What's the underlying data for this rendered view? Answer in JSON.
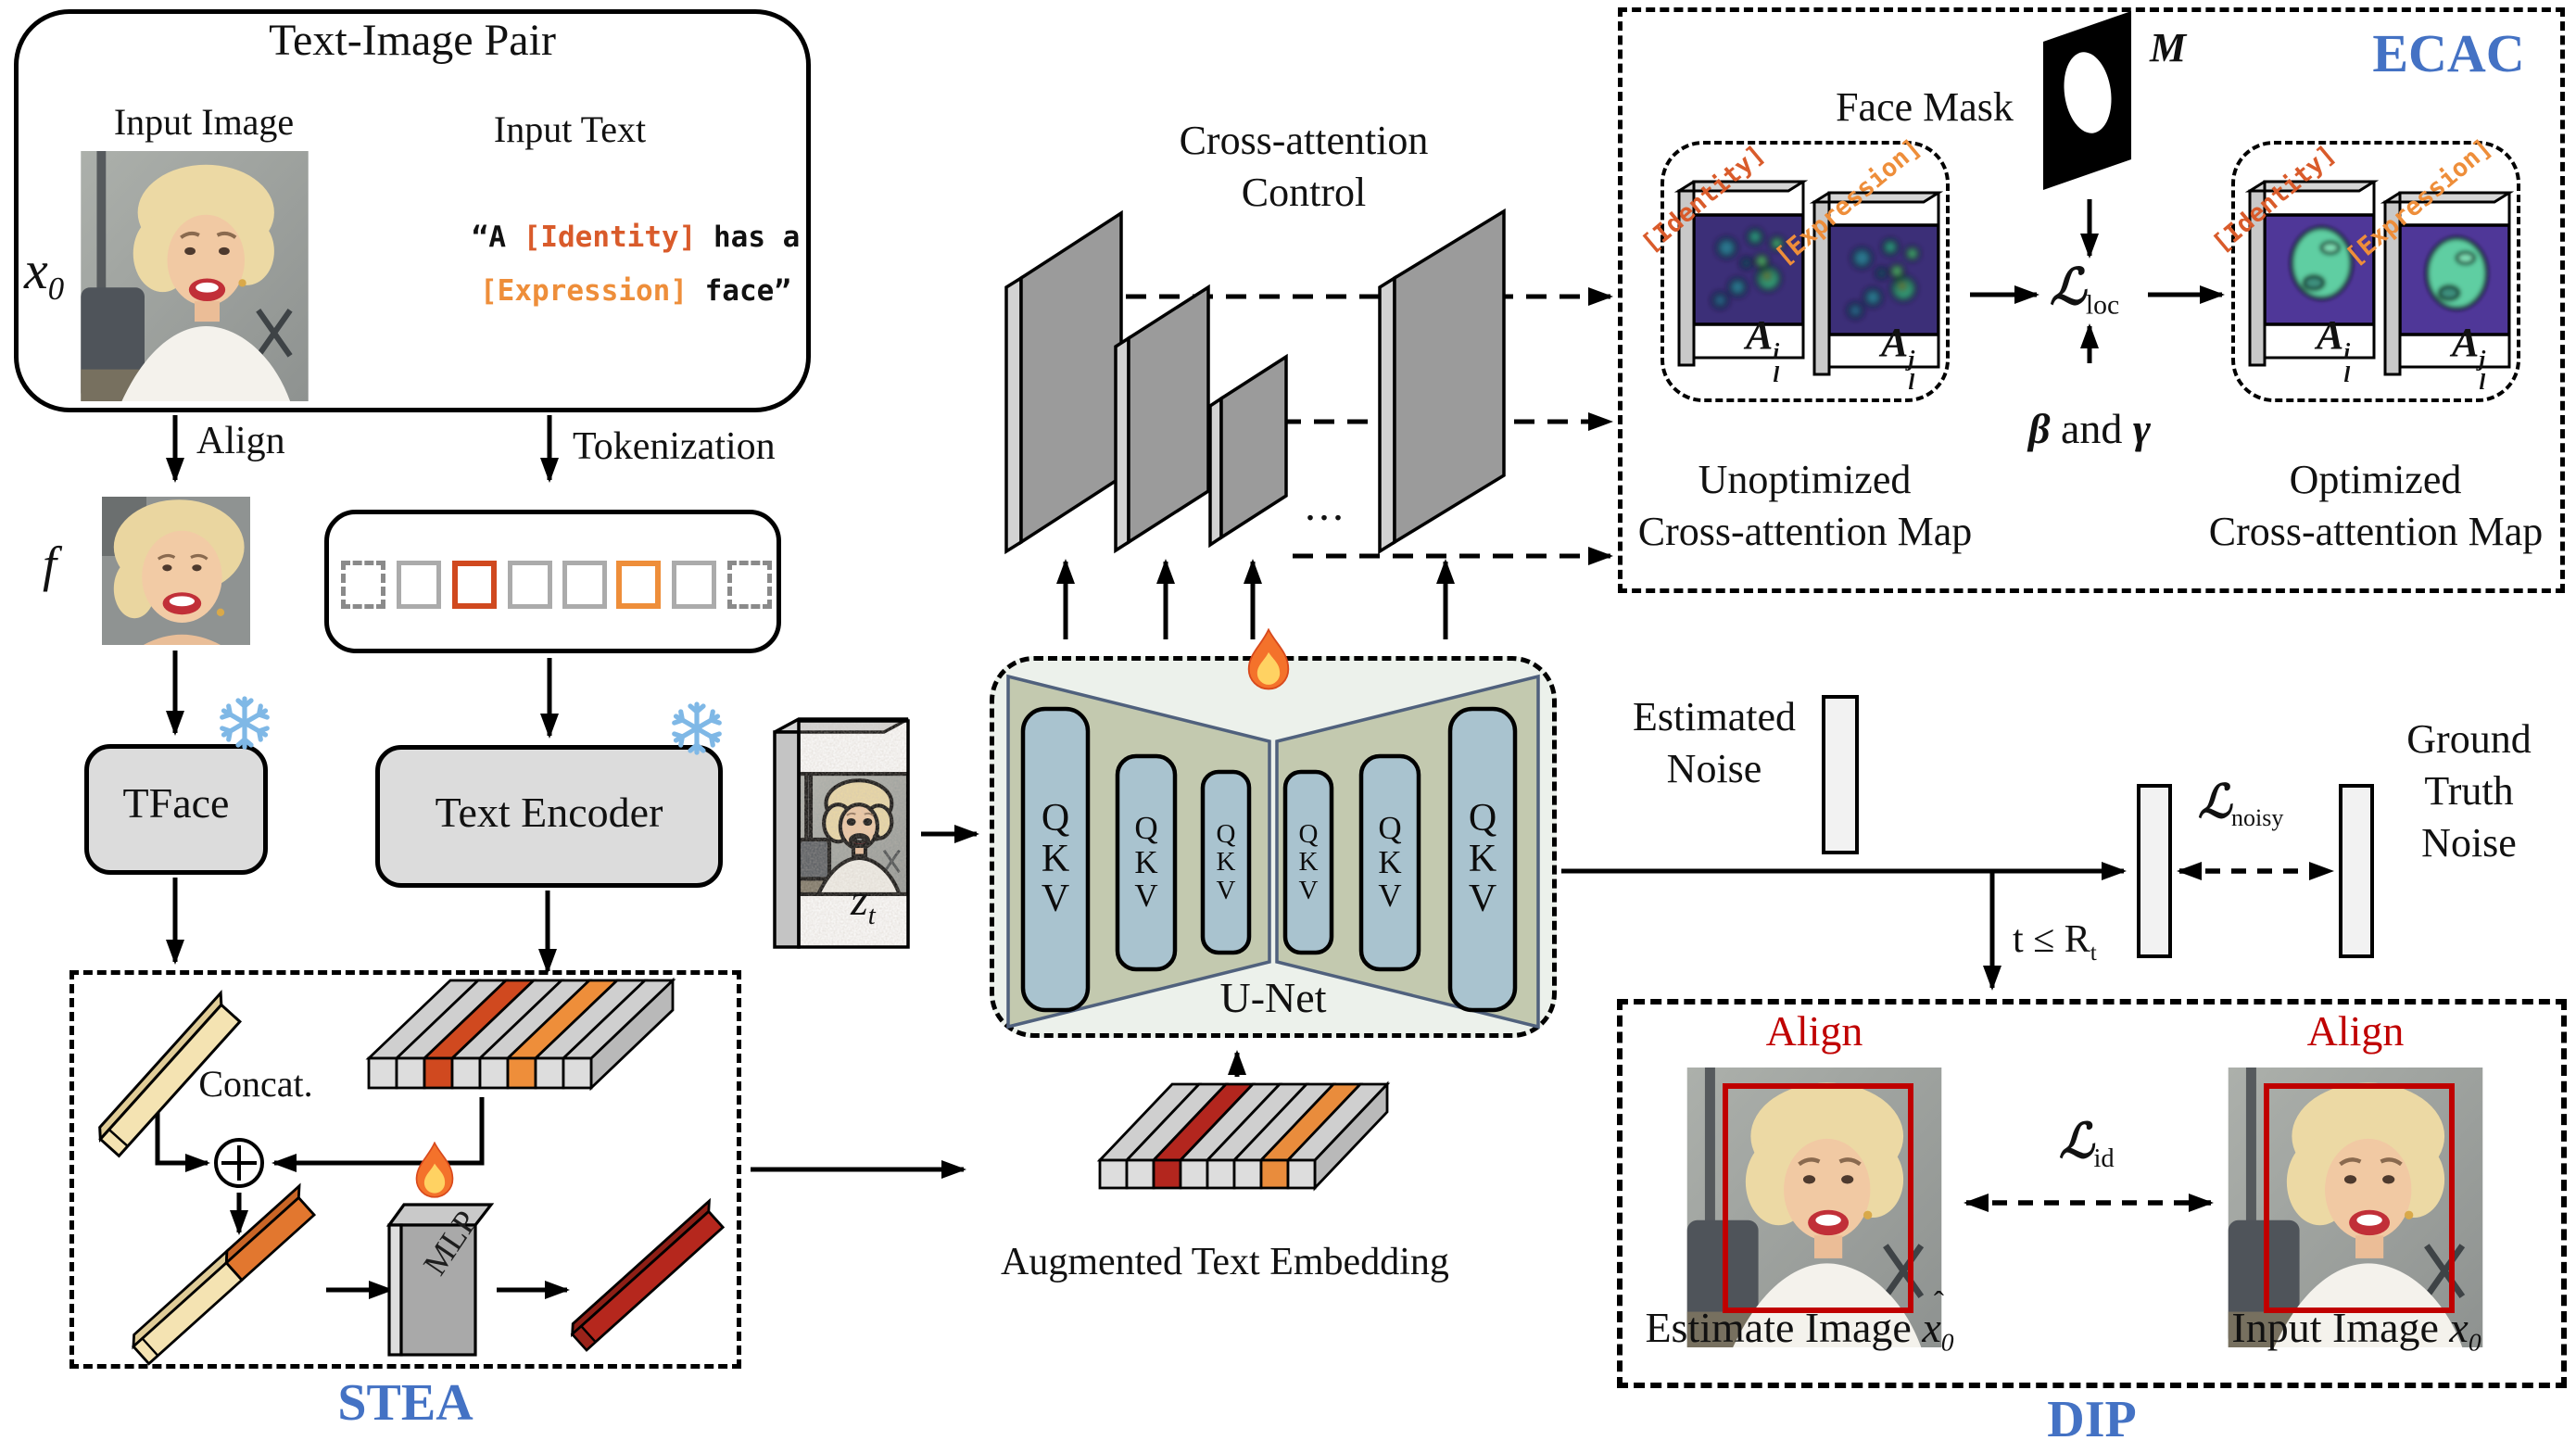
{
  "colors": {
    "identity_orange": "#D95B2B",
    "expression_orange": "#EE8E3A",
    "token_red": "#B3261E",
    "bar_red": "#B5271D",
    "accent_blue": "#4472C4",
    "align_red": "#C00000",
    "unet_fill": "#ECF1EB",
    "trapezoid_fill": "#C3C9AF",
    "qkv_fill": "#A9C3CF",
    "heatmap_purple": "#3C2F78"
  },
  "pair_box": {
    "title": "Text-Image Pair",
    "input_image": "Input Image",
    "input_text": "Input Text",
    "x_label": "x",
    "x_sub": "0",
    "quote_open": "“A ",
    "identity_token": "[Identity]",
    "quote_mid": " has a",
    "expression_token": "[Expression]",
    "quote_end": " face”"
  },
  "left_flow": {
    "align": "Align",
    "tokenization": "Tokenization",
    "f_label": "f",
    "tface": "TFace",
    "text_encoder": "Text Encoder"
  },
  "stea": {
    "concat": "Concat.",
    "mlp": "MLP",
    "title": "STEA"
  },
  "latent": {
    "z": "z",
    "t": "t"
  },
  "embedding": {
    "label": "Augmented Text Embedding"
  },
  "cross_attention": {
    "line1": "Cross-attention",
    "line2": "Control",
    "dots": "..."
  },
  "unet": {
    "title": "U-Net",
    "q": "Q",
    "k": "K",
    "v": "V"
  },
  "ecac": {
    "title": "ECAC",
    "face_mask": "Face Mask",
    "mask_var": "M",
    "loss": "ℒ",
    "loss_sub": "loc",
    "beta": "β",
    "and": " and ",
    "gamma": "γ",
    "identity_tag": "[Identity]",
    "expression_tag": "[Expression]",
    "map_a": "A",
    "map_sub": "l",
    "map_sup_i": "i",
    "map_sup_j": "j",
    "unoptimized_line1": "Unoptimized",
    "unoptimized_line2": "Cross-attention Map",
    "optimized_line1": "Optimized",
    "optimized_line2": "Cross-attention Map"
  },
  "noise": {
    "estimated_line1": "Estimated",
    "estimated_line2": "Noise",
    "loss": "ℒ",
    "loss_sub": "noisy",
    "ground_line1": "Ground",
    "ground_line2": "Truth",
    "ground_line3": "Noise",
    "condition_t": "t ≤ R",
    "condition_sub": "t"
  },
  "dip": {
    "title": "DIP",
    "align_left": "Align",
    "align_right": "Align",
    "loss": "ℒ",
    "loss_sub": "id",
    "estimate_caption": "Estimate Image ",
    "input_caption": "Input Image ",
    "x": "x",
    "x_sub": "0",
    "hat": "ˆ"
  }
}
